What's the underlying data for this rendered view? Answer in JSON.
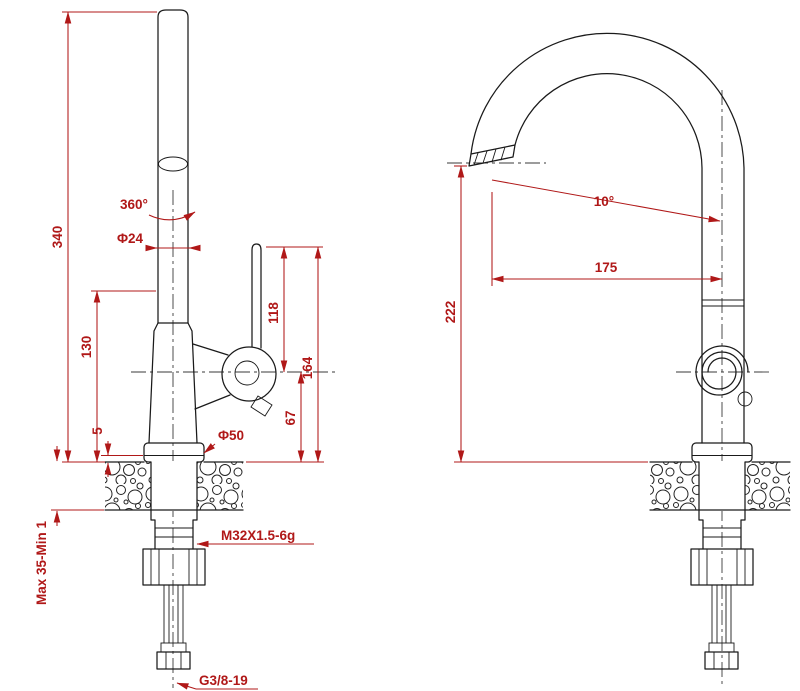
{
  "colors": {
    "outline": "#1a1a1a",
    "dimension": "#b01818",
    "centerline": "#3a3a3a",
    "background": "#ffffff"
  },
  "front_view": {
    "dim_total_height": "340",
    "dim_swivel_angle": "360°",
    "dim_column_diameter": "Φ24",
    "dim_body_height": "130",
    "dim_base_step": "5",
    "dim_handle_height": "118",
    "dim_handle_top_height": "164",
    "dim_valve_axis_height": "67",
    "dim_base_diameter": "Φ50",
    "dim_mounting_range": "Max 35-Min 1",
    "dim_mounting_thread": "M32X1.5-6g",
    "dim_supply_thread": "G3/8-19"
  },
  "side_view": {
    "dim_outlet_angle": "10°",
    "dim_spout_reach": "175",
    "dim_outlet_height": "222"
  }
}
